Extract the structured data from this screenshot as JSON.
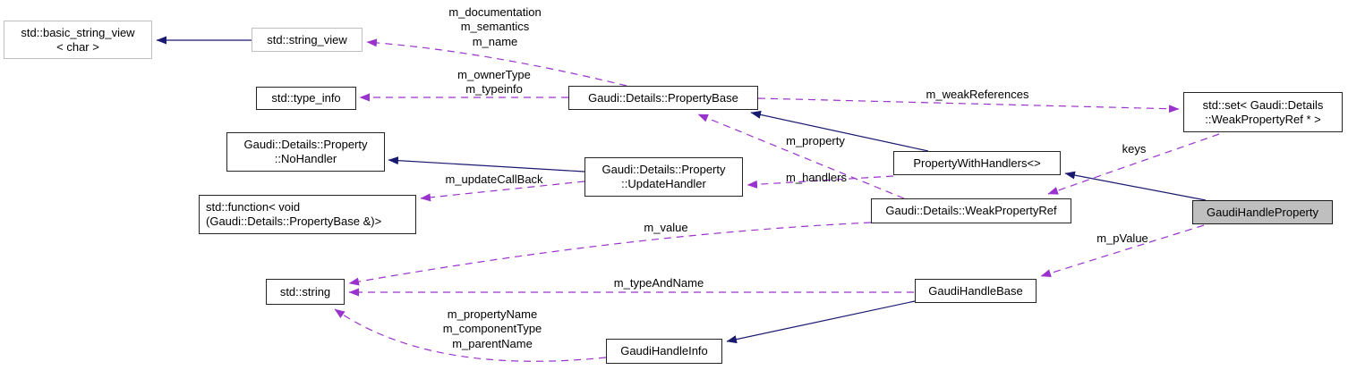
{
  "diagram": {
    "colors": {
      "background": "#ffffff",
      "inheritance_edge": "#191970",
      "usage_edge": "#9a32cd",
      "node_border": "#242424",
      "external_node_border": "#c0c0c0",
      "highlight_node_fill": "#bfbfbf",
      "text": "#000000"
    },
    "nodes": [
      {
        "id": "std-basic-string-view",
        "label": "std::basic_string_view\n< char >"
      },
      {
        "id": "std-string-view",
        "label": "std::string_view"
      },
      {
        "id": "std-type-info",
        "label": "std::type_info"
      },
      {
        "id": "gaudi-details-property-nohandler",
        "label": "Gaudi::Details::Property\n::NoHandler"
      },
      {
        "id": "std-function",
        "label": "std::function< void\n(Gaudi::Details::PropertyBase &)>"
      },
      {
        "id": "std-string",
        "label": "std::string"
      },
      {
        "id": "gaudi-details-propertybase",
        "label": "Gaudi::Details::PropertyBase"
      },
      {
        "id": "gaudi-details-property-updatehandler",
        "label": "Gaudi::Details::Property\n::UpdateHandler"
      },
      {
        "id": "propertywithhandlers",
        "label": "PropertyWithHandlers<>"
      },
      {
        "id": "gaudi-details-weakpropertyref",
        "label": "Gaudi::Details::WeakPropertyRef"
      },
      {
        "id": "std-set-weakpropertyref",
        "label": "std::set< Gaudi::Details\n::WeakPropertyRef * >"
      },
      {
        "id": "gaudihandleproperty",
        "label": "GaudiHandleProperty"
      },
      {
        "id": "gaudihandlebase",
        "label": "GaudiHandleBase"
      },
      {
        "id": "gaudihandleinfo",
        "label": "GaudiHandleInfo"
      }
    ],
    "edges": [
      {
        "from": "std::string_view",
        "to": "std::basic_string_view< char >",
        "type": "inheritance",
        "label": ""
      },
      {
        "from": "PropertyWithHandlers<>",
        "to": "Gaudi::Details::PropertyBase",
        "type": "inheritance",
        "label": ""
      },
      {
        "from": "Gaudi::Details::Property::UpdateHandler",
        "to": "Gaudi::Details::Property::NoHandler",
        "type": "inheritance",
        "label": ""
      },
      {
        "from": "GaudiHandleProperty",
        "to": "PropertyWithHandlers<>",
        "type": "inheritance",
        "label": ""
      },
      {
        "from": "GaudiHandleBase",
        "to": "GaudiHandleInfo",
        "type": "inheritance",
        "label": ""
      },
      {
        "from": "Gaudi::Details::PropertyBase",
        "to": "std::string_view",
        "type": "usage",
        "label": "m_documentation\nm_semantics\nm_name"
      },
      {
        "from": "Gaudi::Details::PropertyBase",
        "to": "std::type_info",
        "type": "usage",
        "label": "m_ownerType\nm_typeinfo"
      },
      {
        "from": "Gaudi::Details::PropertyBase",
        "to": "std::set< Gaudi::Details::WeakPropertyRef * >",
        "type": "usage",
        "label": "m_weakReferences"
      },
      {
        "from": "std::set< Gaudi::Details::WeakPropertyRef * >",
        "to": "Gaudi::Details::WeakPropertyRef",
        "type": "usage",
        "label": "keys"
      },
      {
        "from": "Gaudi::Details::WeakPropertyRef",
        "to": "Gaudi::Details::PropertyBase",
        "type": "usage",
        "label": "m_property"
      },
      {
        "from": "PropertyWithHandlers<>",
        "to": "Gaudi::Details::Property::UpdateHandler",
        "type": "usage",
        "label": "m_handlers"
      },
      {
        "from": "Gaudi::Details::Property::UpdateHandler",
        "to": "std::function< void (Gaudi::Details::PropertyBase &)>",
        "type": "usage",
        "label": "m_updateCallBack"
      },
      {
        "from": "Gaudi::Details::WeakPropertyRef",
        "to": "std::string",
        "type": "usage",
        "label": "m_value"
      },
      {
        "from": "GaudiHandleProperty",
        "to": "GaudiHandleBase",
        "type": "usage",
        "label": "m_pValue"
      },
      {
        "from": "GaudiHandleBase",
        "to": "std::string",
        "type": "usage",
        "label": "m_typeAndName"
      },
      {
        "from": "GaudiHandleInfo",
        "to": "std::string",
        "type": "usage",
        "label": "m_propertyName\nm_componentType\nm_parentName"
      }
    ]
  }
}
